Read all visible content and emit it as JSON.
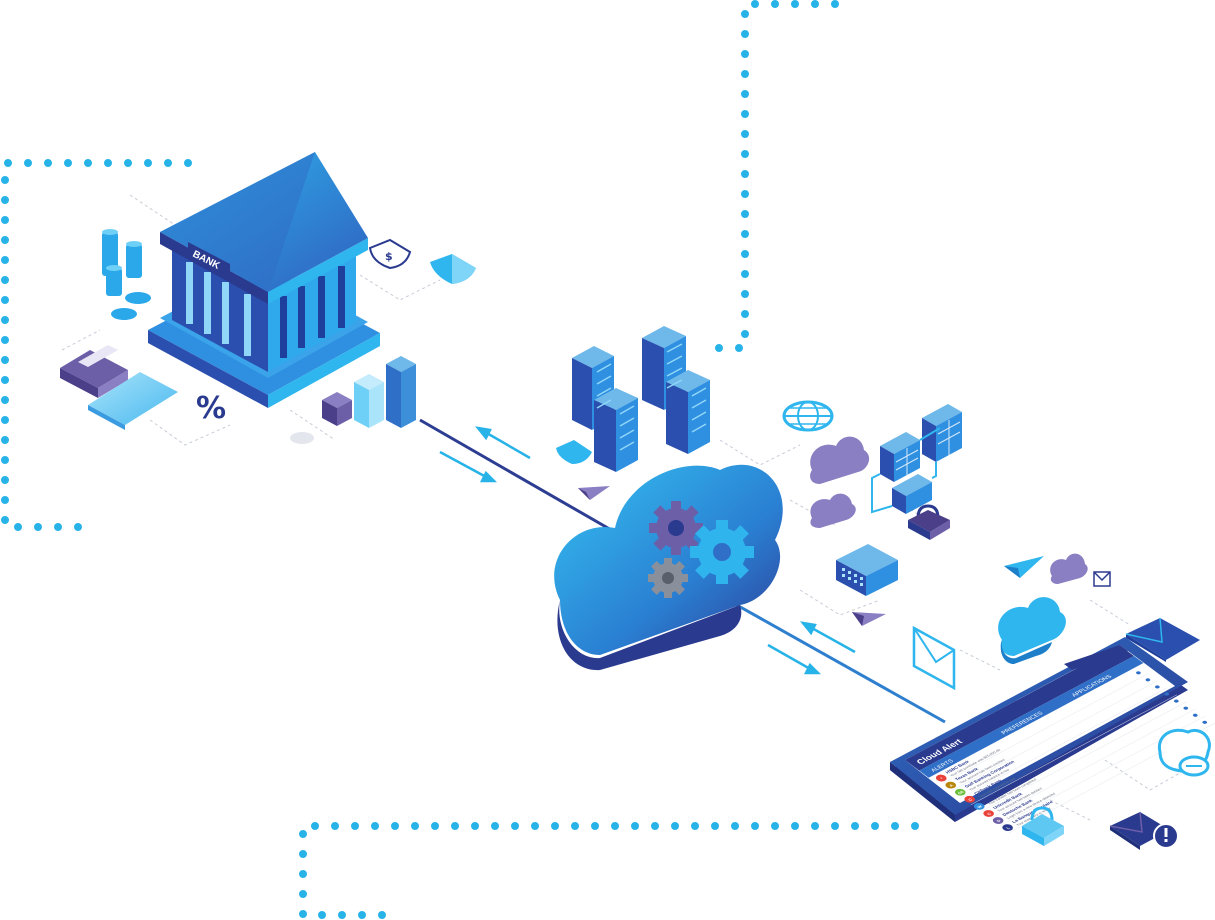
{
  "bank": {
    "sign": "BANK",
    "percent_symbol": "%"
  },
  "phone": {
    "app_title": "Cloud Alert",
    "tabs": [
      "ALERTS",
      "PREFERENCES",
      "APPLICATIONS"
    ],
    "items": [
      {
        "badge": "*",
        "title": "HSBC Bank",
        "line": "Your last purchase was $25,000.00"
      },
      {
        "badge": "A",
        "title": "Texas Bank",
        "line": "Your account has been credited"
      },
      {
        "badge": "G5",
        "title": "Gulf Banking Corporation",
        "line": "Your account balance is low"
      },
      {
        "badge": "C",
        "title": "Citibank Bank",
        "line": "Your card payment is due"
      },
      {
        "badge": "W",
        "title": "Commerzbank Bank",
        "line": "Your transfer has been completed"
      },
      {
        "badge": "C",
        "title": "Unicredit Bank",
        "line": "Your account has been debited"
      },
      {
        "badge": "D",
        "title": "Deutsche Bank",
        "line": "Login from a new device detected"
      },
      {
        "badge": "L",
        "title": "La Banque Populaire",
        "line": "Your statement is ready"
      }
    ]
  },
  "colors": {
    "primary": "#1fa8e8",
    "dark": "#2a3a8f",
    "mid": "#2f6fc7",
    "purple": "#6c5fa8",
    "light": "#5ec8f2",
    "dots": "#27b3e8"
  },
  "icons": [
    "bank-icon",
    "coin-stack-icon",
    "cash-bundle-icon",
    "card-icon",
    "percent-icon",
    "bar-chart-icon",
    "shield-dollar-icon",
    "shield-icon",
    "server-rack-icon",
    "cloud-gear-icon",
    "gear-icon",
    "globe-icon",
    "cloud-icon",
    "database-table-icon",
    "lock-icon",
    "network-switch-icon",
    "paper-plane-icon",
    "envelope-icon",
    "smartphone-icon",
    "alarm-clock-icon",
    "alert-envelope-icon"
  ]
}
